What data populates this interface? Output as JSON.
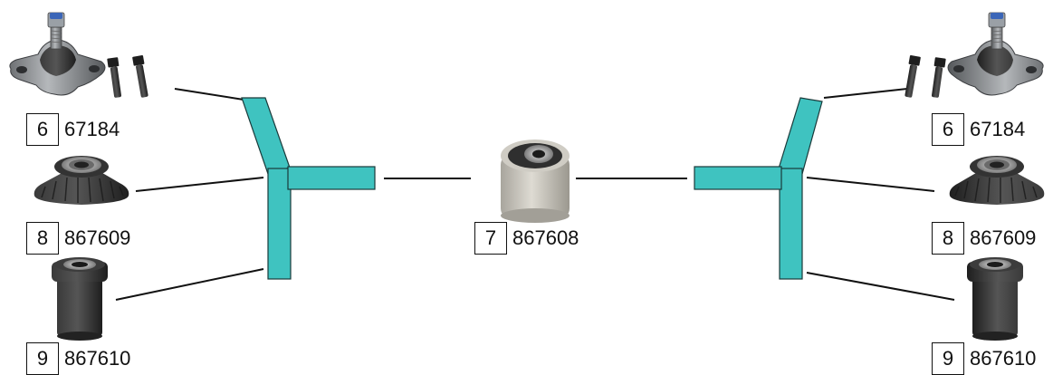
{
  "parts": {
    "ball_joint_left": {
      "index": "6",
      "code": "67184"
    },
    "mount_left": {
      "index": "8",
      "code": "867609"
    },
    "bushing_left": {
      "index": "9",
      "code": "867610"
    },
    "center_bushing": {
      "index": "7",
      "code": "867608"
    },
    "ball_joint_right": {
      "index": "6",
      "code": "67184"
    },
    "mount_right": {
      "index": "8",
      "code": "867609"
    },
    "bushing_right": {
      "index": "9",
      "code": "867610"
    }
  },
  "colors": {
    "arm_fill": "#3fc3c0",
    "arm_stroke": "#1a3a3a",
    "rubber": "#2b2b2b",
    "metal": "#8a8d90",
    "bushing_shell": "#c7c4bc"
  },
  "icons": [
    "ball-joint-icon",
    "bolt-icon",
    "rubber-mount-icon",
    "bushing-icon"
  ]
}
